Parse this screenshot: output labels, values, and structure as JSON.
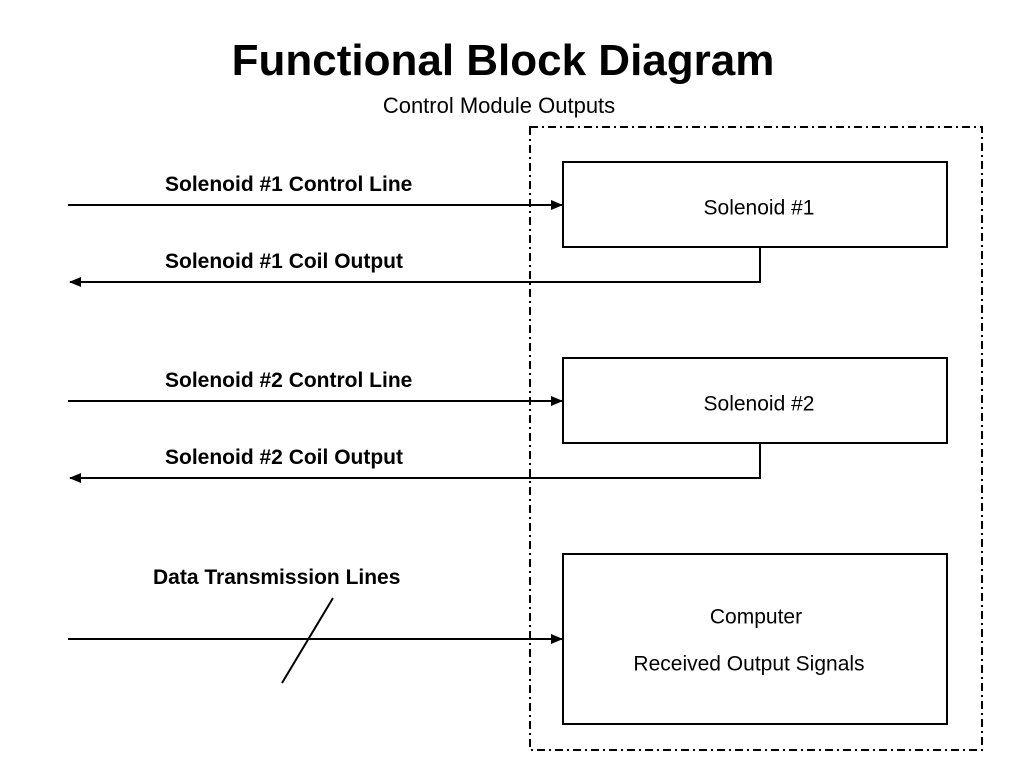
{
  "title": "Functional Block Diagram",
  "subtitle": "Control Module Outputs",
  "blocks": {
    "solenoid1": "Solenoid #1",
    "solenoid2": "Solenoid #2",
    "computer": {
      "line1": "Computer",
      "line2": "Received Output Signals"
    }
  },
  "signals": {
    "s1_control": "Solenoid #1 Control Line",
    "s1_coil": "Solenoid #1 Coil Output",
    "s2_control": "Solenoid #2 Control Line",
    "s2_coil": "Solenoid #2 Coil Output",
    "data": "Data Transmission Lines"
  }
}
